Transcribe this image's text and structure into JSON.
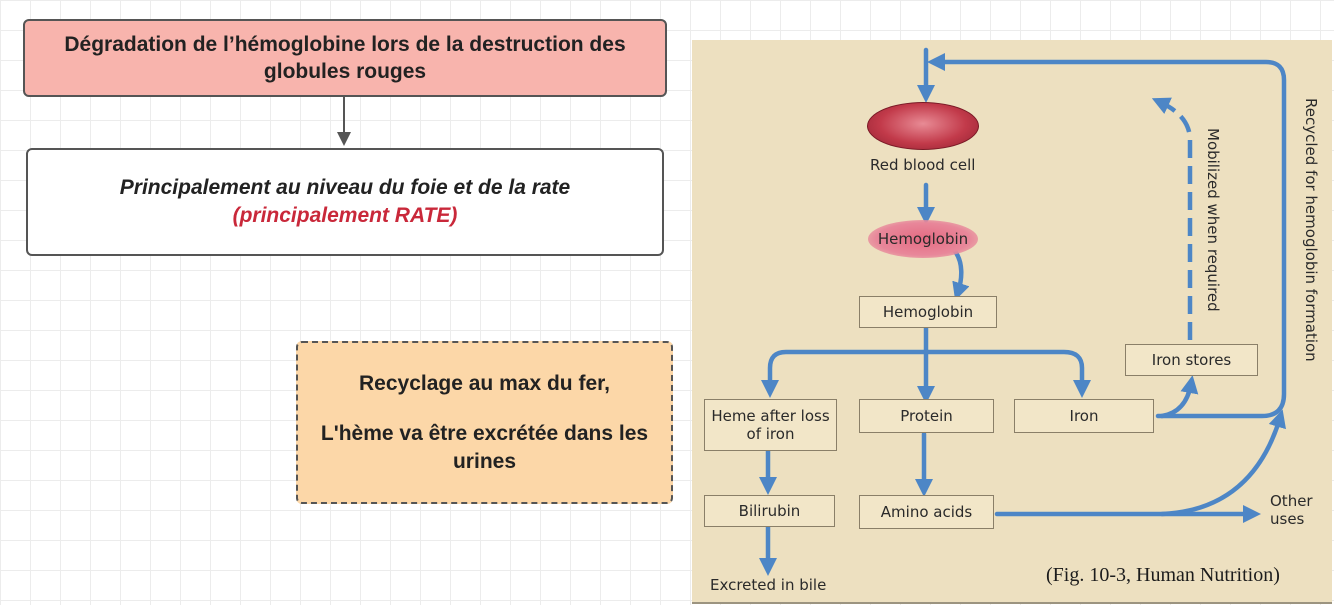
{
  "title_box": {
    "text": "Dégradation de l’hémoglobine lors de la destruction des globules rouges"
  },
  "location_box": {
    "line1": "Principalement au niveau du foie et de la rate",
    "line2": "(principalement RATE)"
  },
  "recycle_box": {
    "line1": "Recyclage au max du fer,",
    "line2": "L'hème va être excrétée dans les urines"
  },
  "figure": {
    "red_blood_cell": "Red blood cell",
    "hemoglobin_blob": "Hemoglobin",
    "hemoglobin": "Hemoglobin",
    "heme_after": "Heme after loss of iron",
    "protein": "Protein",
    "iron": "Iron",
    "iron_stores": "Iron stores",
    "bilirubin": "Bilirubin",
    "amino_acids": "Amino acids",
    "other_uses": "Other uses",
    "excreted": "Excreted in bile",
    "mobilized": "Mobilized when required",
    "recycled": "Recycled for hemoglobin formation",
    "caption": "(Fig. 10-3, Human Nutrition)"
  },
  "colors": {
    "title_fill": "#f8b4ad",
    "recycle_fill": "#fcd7a8",
    "accent_red": "#c9283a",
    "arrow_blue": "#4d86c6",
    "figure_bg": "#ede0c0"
  }
}
